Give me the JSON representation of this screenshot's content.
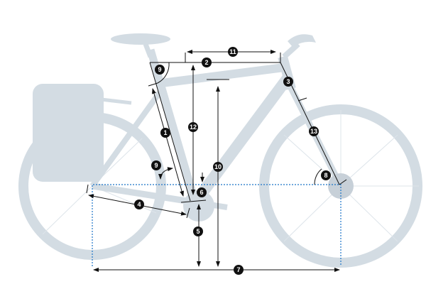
{
  "title": "Bike geometry diagram",
  "colors": {
    "silhouette": "#d3dce3",
    "dimension": "#111111",
    "reference": "#1a73c8"
  },
  "labels": {
    "seat_tube": "1",
    "top_tube": "2",
    "head_tube": "3",
    "chainstay": "4",
    "bb_height": "5",
    "bb_drop": "6",
    "wheelbase": "7",
    "head_angle": "8",
    "seat_angle": "9",
    "seat_angle_lower": "9",
    "standover": "10",
    "reach": "11",
    "stack": "12",
    "fork_length": "13"
  }
}
